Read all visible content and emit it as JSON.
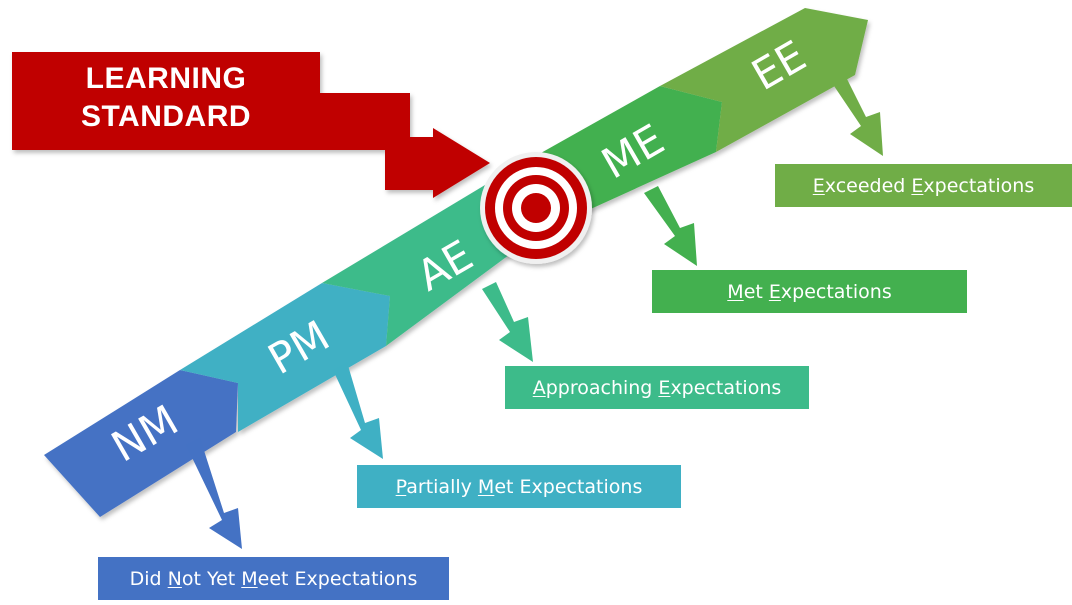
{
  "standard": {
    "line1": "LEARNING",
    "line2": "STANDARD",
    "color": "#C00000"
  },
  "target": {
    "colors": [
      "#C00000",
      "#FFFFFF"
    ]
  },
  "levels": [
    {
      "code": "NM",
      "color": "#4472C4",
      "label_parts": [
        {
          "u": "",
          "t": "Did "
        },
        {
          "u": "N",
          "t": "ot Yet "
        },
        {
          "u": "M",
          "t": "eet Expectations"
        }
      ]
    },
    {
      "code": "PM",
      "color": "#3FB0C4",
      "label_parts": [
        {
          "u": "P",
          "t": "artially "
        },
        {
          "u": "M",
          "t": "et Expectations"
        }
      ]
    },
    {
      "code": "AE",
      "color": "#3DBB8A",
      "label_parts": [
        {
          "u": "A",
          "t": "pproaching "
        },
        {
          "u": "E",
          "t": "xpectations"
        }
      ]
    },
    {
      "code": "ME",
      "color": "#43B04F",
      "label_parts": [
        {
          "u": "M",
          "t": "et "
        },
        {
          "u": "E",
          "t": "xpectations"
        }
      ]
    },
    {
      "code": "EE",
      "color": "#70AD47",
      "label_parts": [
        {
          "u": "E",
          "t": "xceeded "
        },
        {
          "u": "E",
          "t": "xpectations"
        }
      ]
    }
  ]
}
